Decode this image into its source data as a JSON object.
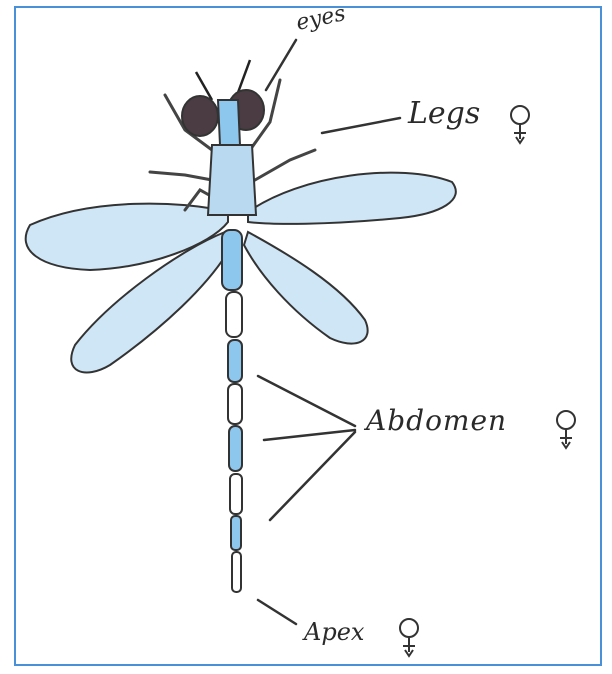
{
  "labels": {
    "eyes": "eyes",
    "legs": "Legs",
    "abdomen": "Abdomen",
    "apex": "Apex"
  },
  "symbols": {
    "legs": "female-sex-symbol-icon",
    "abdomen": "female-sex-symbol-icon",
    "apex": "female-sex-symbol-icon"
  },
  "colors": {
    "border": "#4a90d9",
    "wing_fill": "#cfe6f7",
    "body_fill": "#8ec7ee",
    "eye_fill": "#4a3c42",
    "ink": "#2a2a2a"
  }
}
